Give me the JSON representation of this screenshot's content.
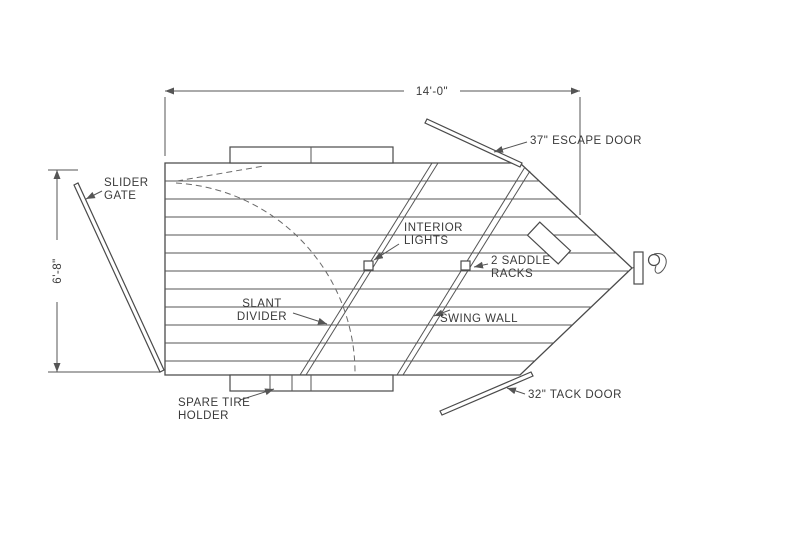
{
  "dimension_labels": {
    "length": "14'-0\"",
    "height": "6'-8\""
  },
  "callouts": {
    "escape_door": {
      "text": "37\" ESCAPE DOOR"
    },
    "slider_gate": {
      "line1": "SLIDER",
      "line2": "GATE"
    },
    "interior_lights": {
      "line1": "INTERIOR",
      "line2": "LIGHTS"
    },
    "saddle_racks": {
      "line1": "2 SADDLE",
      "line2": "RACKS"
    },
    "slant_divider": {
      "line1": "SLANT",
      "line2": "DIVIDER"
    },
    "swing_wall": {
      "text": "SWING WALL"
    },
    "spare_tire_holder": {
      "line1": "SPARE TIRE",
      "line2": "HOLDER"
    },
    "tack_door": {
      "text": "32\" TACK DOOR"
    }
  },
  "colors": {
    "line": "#555555",
    "text": "#3a3a3a",
    "background": "#ffffff"
  }
}
